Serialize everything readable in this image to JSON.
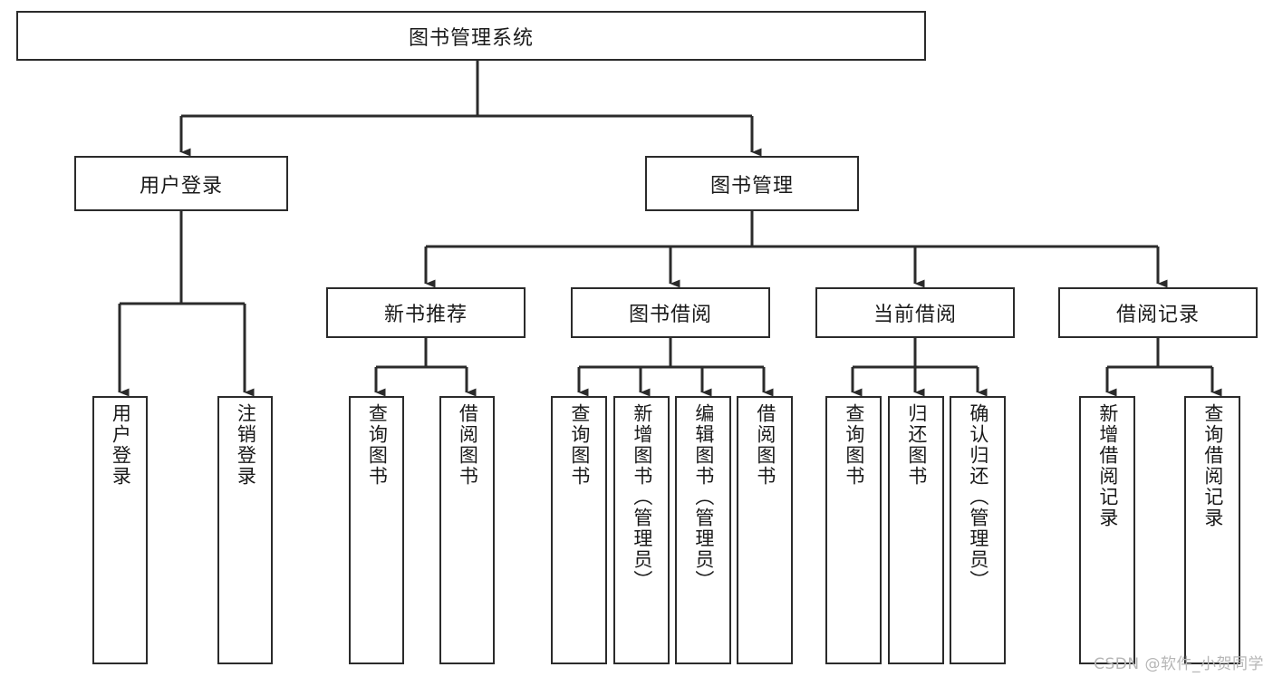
{
  "diagram": {
    "title": "图书管理系统",
    "watermark": "CSDN @软件_小贺同学",
    "line_color": "#2b2b2b",
    "box_fill": "#ffffff",
    "text_color": "#1a1a1a",
    "watermark_color": "#b6b6b6"
  },
  "level2": [
    {
      "label": "用户登录"
    },
    {
      "label": "图书管理"
    }
  ],
  "level3": [
    {
      "label": "新书推荐"
    },
    {
      "label": "图书借阅"
    },
    {
      "label": "当前借阅"
    },
    {
      "label": "借阅记录"
    }
  ],
  "leaves": [
    {
      "label": "用户登录"
    },
    {
      "label": "注销登录"
    },
    {
      "label": "查询图书"
    },
    {
      "label": "借阅图书"
    },
    {
      "label": "查询图书"
    },
    {
      "label": "新增图书（管理员）"
    },
    {
      "label": "编辑图书（管理员）"
    },
    {
      "label": "借阅图书"
    },
    {
      "label": "查询图书"
    },
    {
      "label": "归还图书"
    },
    {
      "label": "确认归还（管理员）"
    },
    {
      "label": "新增借阅记录"
    },
    {
      "label": "查询借阅记录"
    }
  ],
  "chart_data": {
    "type": "diagram",
    "subtype": "hierarchy-tree",
    "title": "图书管理系统",
    "nodes": [
      {
        "id": "root",
        "label": "图书管理系统",
        "level": 1
      },
      {
        "id": "login",
        "label": "用户登录",
        "level": 2,
        "parent": "root"
      },
      {
        "id": "bookmgmt",
        "label": "图书管理",
        "level": 2,
        "parent": "root"
      },
      {
        "id": "newbook",
        "label": "新书推荐",
        "level": 3,
        "parent": "bookmgmt"
      },
      {
        "id": "borrow",
        "label": "图书借阅",
        "level": 3,
        "parent": "bookmgmt"
      },
      {
        "id": "current",
        "label": "当前借阅",
        "level": 3,
        "parent": "bookmgmt"
      },
      {
        "id": "record",
        "label": "借阅记录",
        "level": 3,
        "parent": "bookmgmt"
      },
      {
        "id": "l1",
        "label": "用户登录",
        "level": 4,
        "parent": "login"
      },
      {
        "id": "l2",
        "label": "注销登录",
        "level": 4,
        "parent": "login"
      },
      {
        "id": "l3",
        "label": "查询图书",
        "level": 4,
        "parent": "newbook"
      },
      {
        "id": "l4",
        "label": "借阅图书",
        "level": 4,
        "parent": "newbook"
      },
      {
        "id": "l5",
        "label": "查询图书",
        "level": 4,
        "parent": "borrow"
      },
      {
        "id": "l6",
        "label": "新增图书（管理员）",
        "level": 4,
        "parent": "borrow"
      },
      {
        "id": "l7",
        "label": "编辑图书（管理员）",
        "level": 4,
        "parent": "borrow"
      },
      {
        "id": "l8",
        "label": "借阅图书",
        "level": 4,
        "parent": "borrow"
      },
      {
        "id": "l9",
        "label": "查询图书",
        "level": 4,
        "parent": "current"
      },
      {
        "id": "l10",
        "label": "归还图书",
        "level": 4,
        "parent": "current"
      },
      {
        "id": "l11",
        "label": "确认归还（管理员）",
        "level": 4,
        "parent": "current"
      },
      {
        "id": "l12",
        "label": "新增借阅记录",
        "level": 4,
        "parent": "record"
      },
      {
        "id": "l13",
        "label": "查询借阅记录",
        "level": 4,
        "parent": "record"
      }
    ]
  }
}
